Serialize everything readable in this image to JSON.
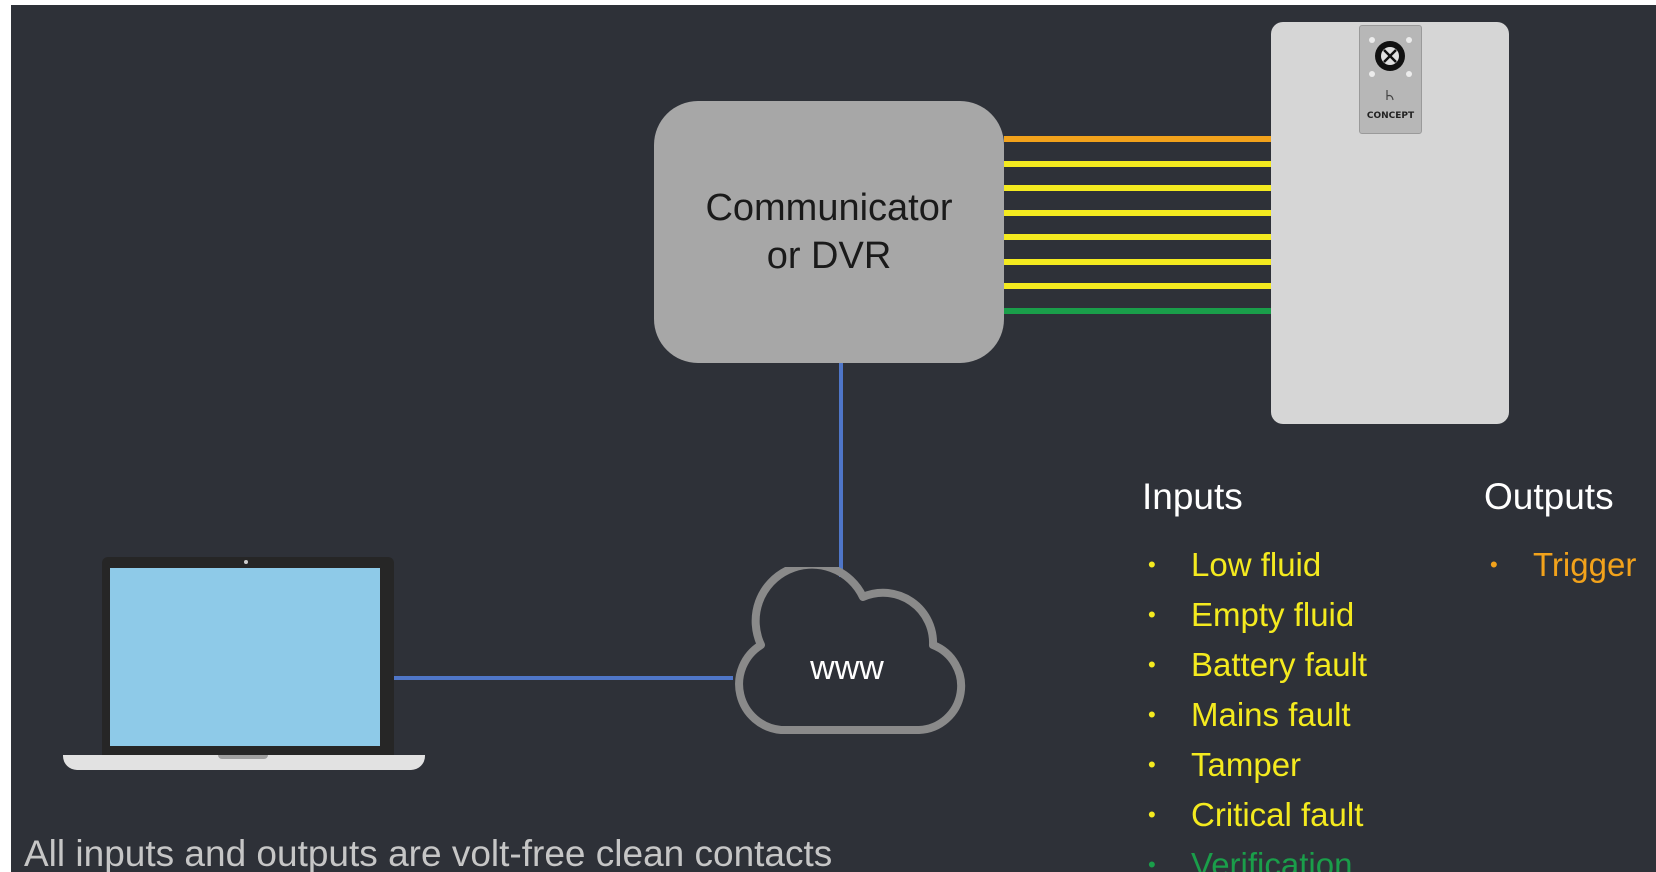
{
  "device": {
    "line1": "Communicator",
    "line2": "or DVR"
  },
  "panel": {
    "logo": "CONCEPT"
  },
  "cloud": {
    "label": "www"
  },
  "inputs": {
    "heading": "Inputs",
    "items": [
      {
        "label": "Low fluid",
        "color": "#f4ea1f"
      },
      {
        "label": "Empty fluid",
        "color": "#f4ea1f"
      },
      {
        "label": "Battery fault",
        "color": "#f4ea1f"
      },
      {
        "label": "Mains fault",
        "color": "#f4ea1f"
      },
      {
        "label": "Tamper",
        "color": "#f4ea1f"
      },
      {
        "label": "Critical fault",
        "color": "#f4ea1f"
      },
      {
        "label": "Verification",
        "color": "#1a9e4a"
      }
    ]
  },
  "outputs": {
    "heading": "Outputs",
    "items": [
      {
        "label": "Trigger",
        "color": "#f2a21b"
      }
    ]
  },
  "wires": [
    "orange",
    "yellow",
    "yellow",
    "yellow",
    "yellow",
    "yellow",
    "yellow",
    "green"
  ],
  "colors": {
    "background": "#2e3138",
    "link": "#4f76c8",
    "output_wire": "#f2a21b",
    "input_wire": "#f4ea1f",
    "verification_wire": "#1a9e4a"
  },
  "footnote": "All inputs and outputs are volt-free clean contacts"
}
